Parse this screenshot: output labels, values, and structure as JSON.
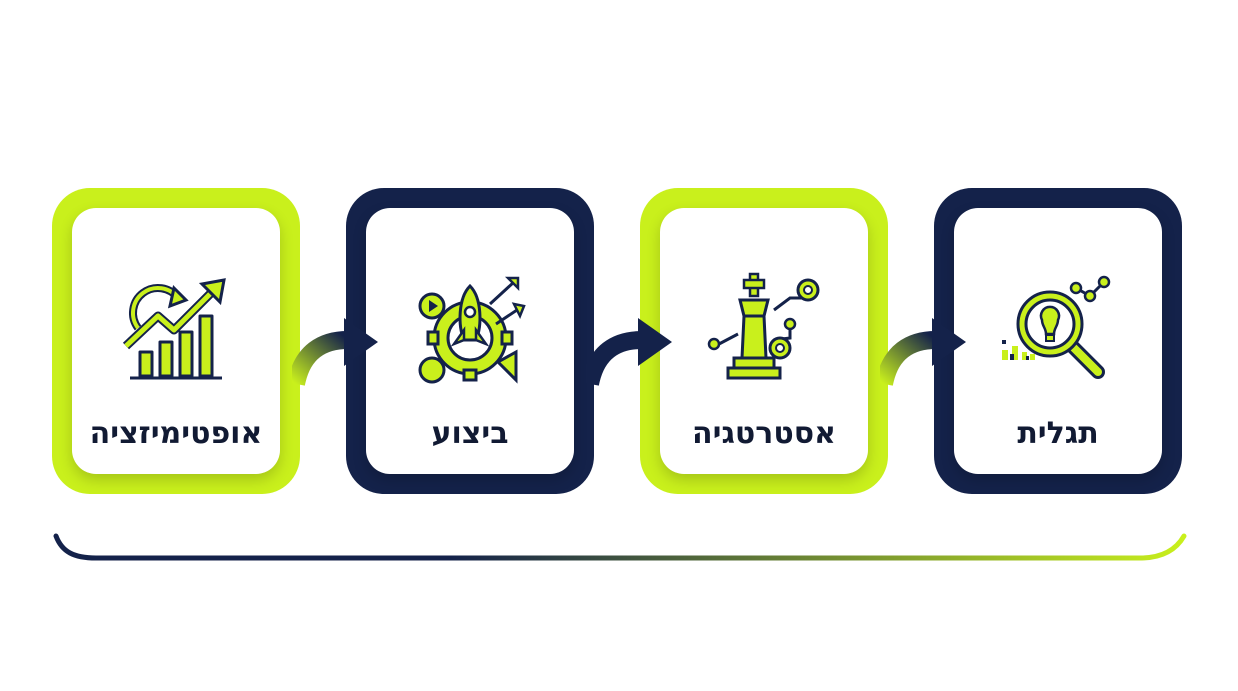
{
  "steps": [
    {
      "label": "אופטימיזציה",
      "icon": "growth-chart-icon",
      "frame": "lime"
    },
    {
      "label": "ביצוע",
      "icon": "rocket-gear-icon",
      "frame": "navy"
    },
    {
      "label": "אסטרטגיה",
      "icon": "chess-king-icon",
      "frame": "lime"
    },
    {
      "label": "תגלית",
      "icon": "magnifier-lightbulb-icon",
      "frame": "navy"
    }
  ],
  "colors": {
    "lime": "#c9f01c",
    "navy": "#14224a",
    "text": "#111a33"
  }
}
